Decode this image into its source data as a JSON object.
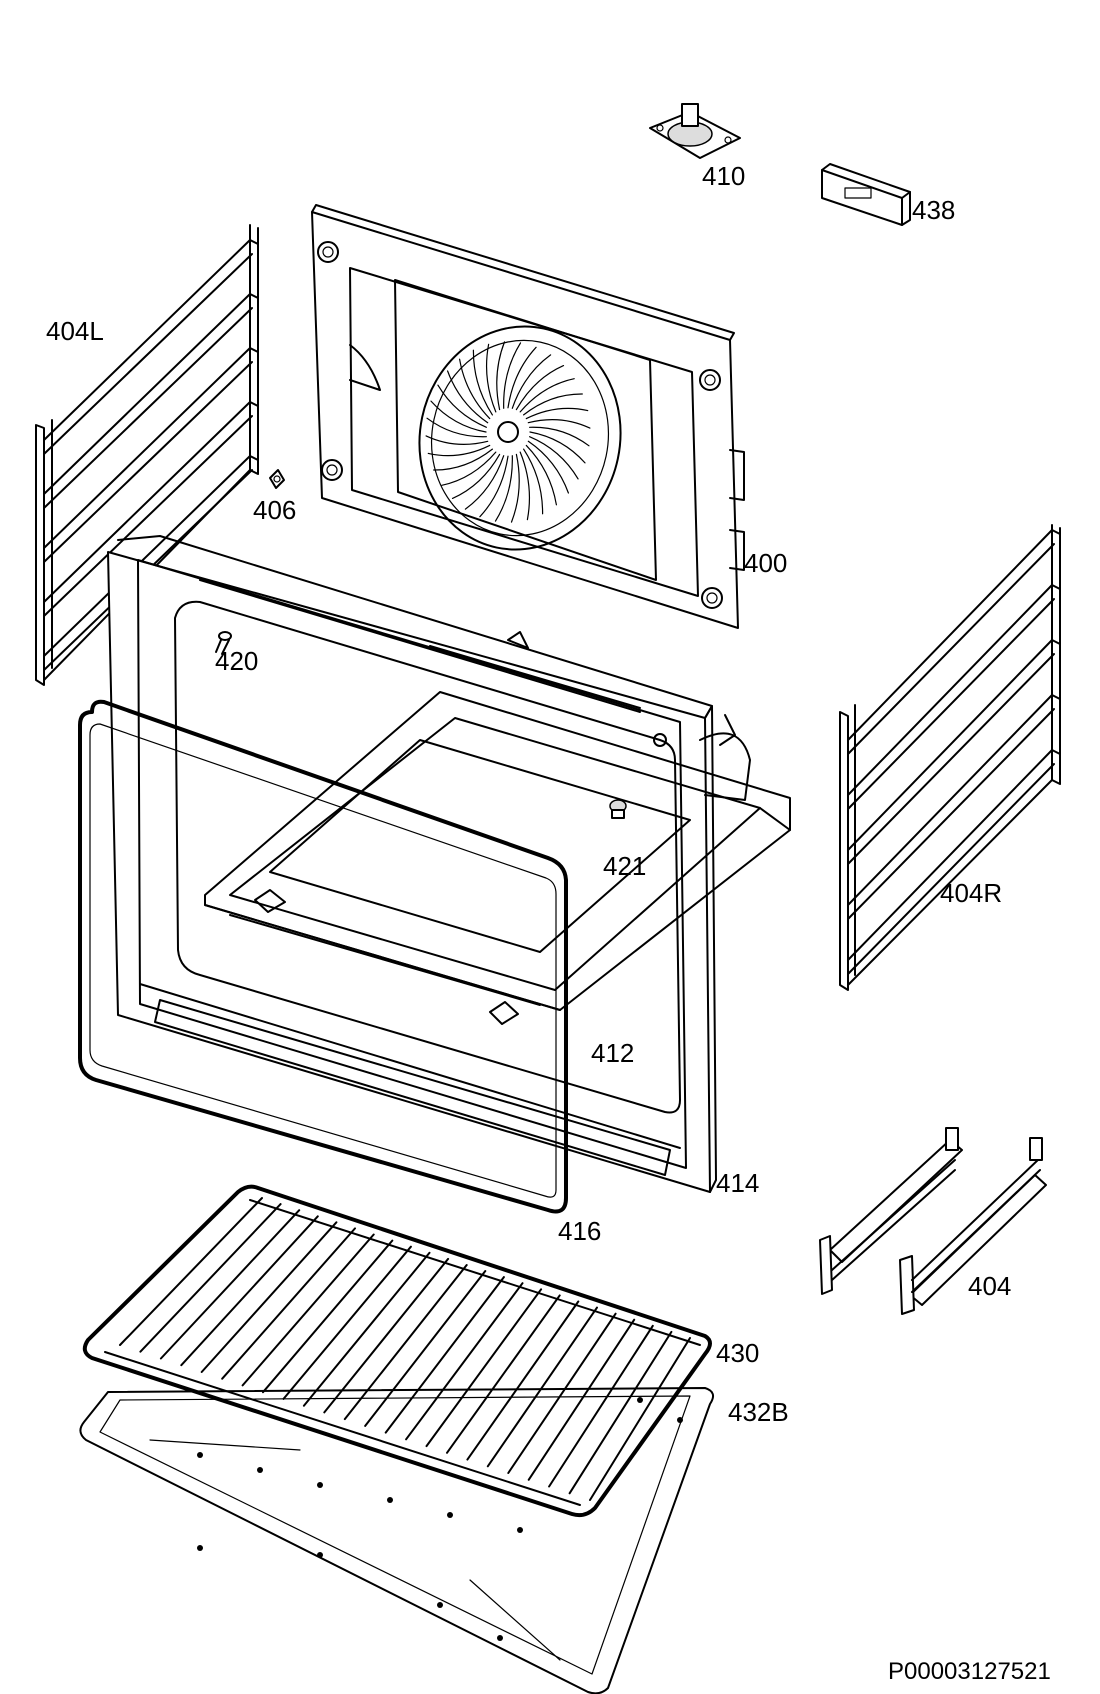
{
  "labels": {
    "p410": "410",
    "p438": "438",
    "p404L": "404L",
    "p406": "406",
    "p400": "400",
    "p420": "420",
    "p404R": "404R",
    "p421": "421",
    "p412": "412",
    "p414": "414",
    "p416": "416",
    "p404": "404",
    "p430": "430",
    "p432B": "432B"
  },
  "doc_id": "P00003127521"
}
